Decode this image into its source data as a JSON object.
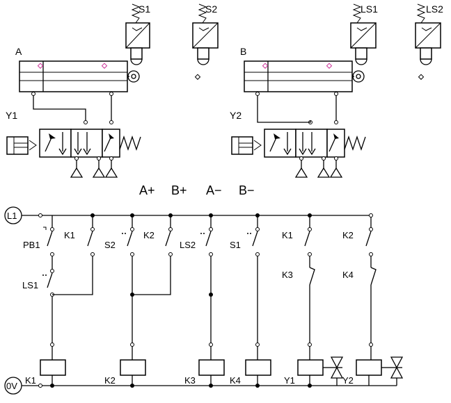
{
  "cylinders": [
    {
      "label": "A",
      "valve": "Y1",
      "sensors": [
        "S1",
        "S2"
      ]
    },
    {
      "label": "B",
      "valve": "Y2",
      "sensors": [
        "LS1",
        "LS2"
      ]
    }
  ],
  "sequence": [
    "A+",
    "B+",
    "A−",
    "B−"
  ],
  "rails": {
    "top": "L1",
    "bottom": "0V"
  },
  "rungs": [
    {
      "top_contact": "PB1",
      "second_contact": "LS1",
      "coil": "K1"
    },
    {
      "top_contact": "K1",
      "coil": "",
      "parallel_of": "rung1"
    },
    {
      "top_contact": "S2",
      "coil": "K2"
    },
    {
      "top_contact": "K2",
      "coil": "",
      "parallel_of": "rung3"
    },
    {
      "top_contact": "LS2",
      "coil": "K3"
    },
    {
      "top_contact": "S1",
      "coil": "K4"
    },
    {
      "top_contact": "K1",
      "second_contact": "K3",
      "coil": "Y1"
    },
    {
      "top_contact": "K2",
      "second_contact": "K4",
      "coil": "Y2"
    }
  ],
  "colors": {
    "line": "#000000",
    "background": "#ffffff",
    "marker": "#cc3399"
  }
}
